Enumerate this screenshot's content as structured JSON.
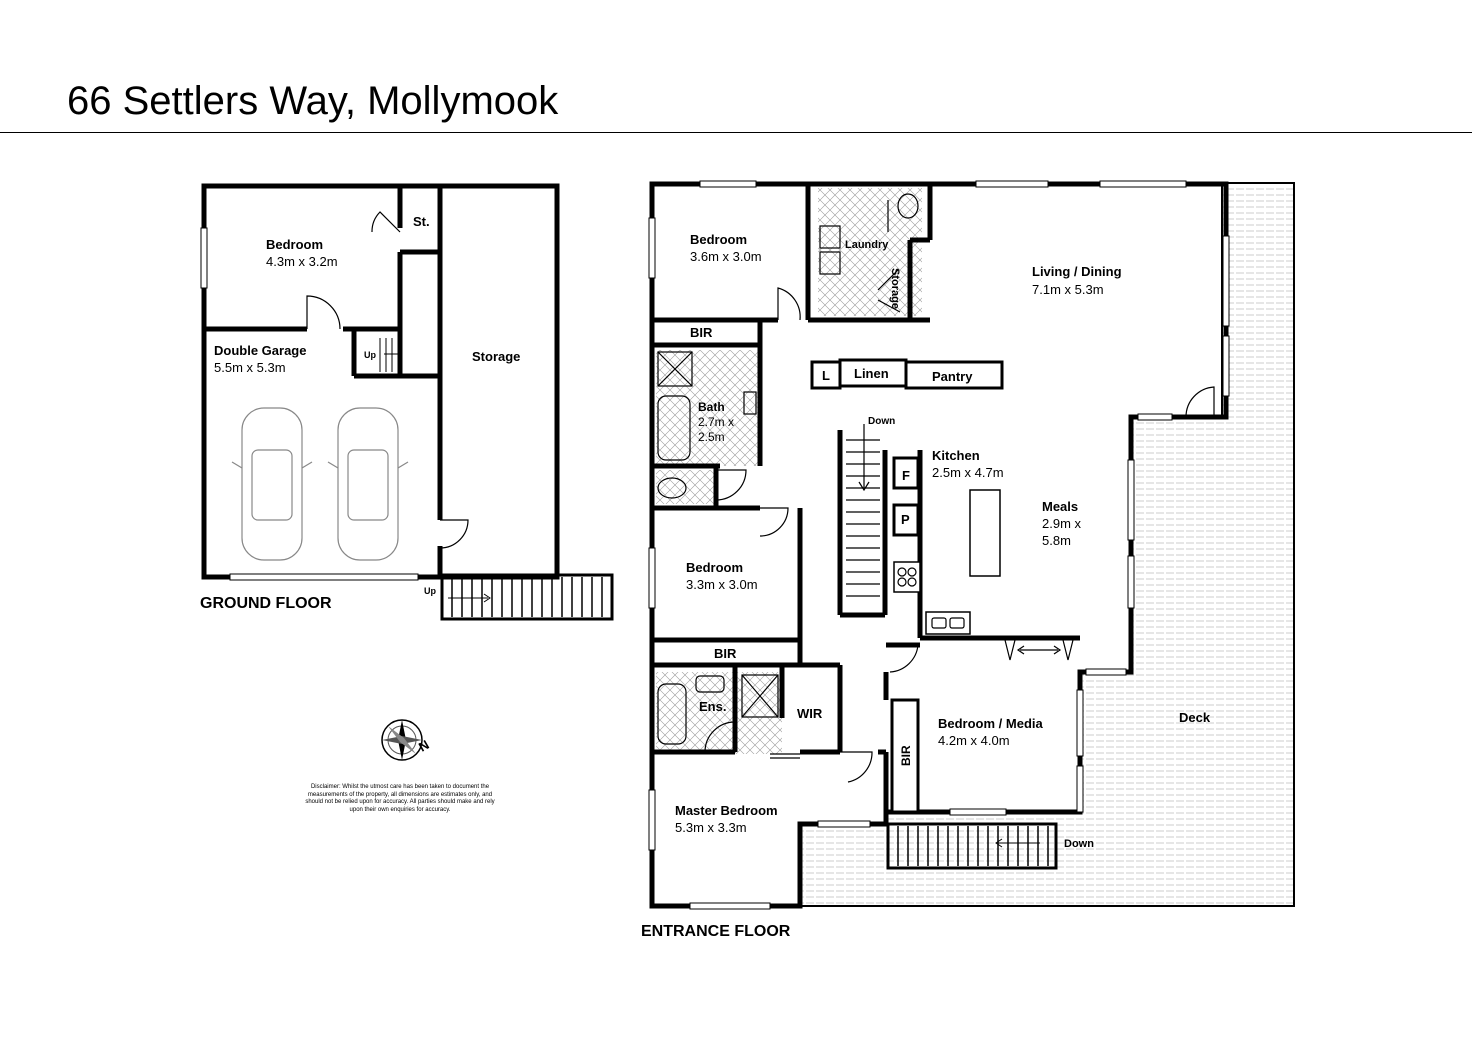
{
  "title": "66 Settlers Way, Mollymook",
  "floors": {
    "ground": "GROUND FLOOR",
    "entrance": "ENTRANCE FLOOR"
  },
  "ground_rooms": {
    "bedroom": {
      "name": "Bedroom",
      "dims": "4.3m x 3.2m"
    },
    "store": {
      "name": "St."
    },
    "garage": {
      "name": "Double Garage",
      "dims": "5.5m x 5.3m"
    },
    "storage": {
      "name": "Storage"
    },
    "stair_up_inner": "Up",
    "stair_up_outer": "Up"
  },
  "entrance_rooms": {
    "bedroom1": {
      "name": "Bedroom",
      "dims": "3.6m x 3.0m"
    },
    "laundry": {
      "name": "Laundry"
    },
    "storage": {
      "name": "Storage"
    },
    "living": {
      "name": "Living / Dining",
      "dims": "7.1m x 5.3m"
    },
    "bir1": {
      "name": "BIR"
    },
    "l": {
      "name": "L"
    },
    "linen": {
      "name": "Linen"
    },
    "pantry": {
      "name": "Pantry"
    },
    "bath": {
      "name": "Bath",
      "dims1": "2.7m x",
      "dims2": "2.5m"
    },
    "stair_down": "Down",
    "kitchen": {
      "name": "Kitchen",
      "dims": "2.5m x 4.7m"
    },
    "fridge": {
      "name": "F"
    },
    "pantry_p": {
      "name": "P"
    },
    "meals": {
      "name": "Meals",
      "dims1": "2.9m x",
      "dims2": "5.8m"
    },
    "bedroom2": {
      "name": "Bedroom",
      "dims": "3.3m x 3.0m"
    },
    "bir2": {
      "name": "BIR"
    },
    "ens": {
      "name": "Ens."
    },
    "wir": {
      "name": "WIR"
    },
    "media": {
      "name": "Bedroom / Media",
      "dims": "4.2m x 4.0m"
    },
    "bir3": {
      "name": "BIR"
    },
    "deck": {
      "name": "Deck"
    },
    "master": {
      "name": "Master Bedroom",
      "dims": "5.3m x 3.3m"
    },
    "stair_down_front": "Down"
  },
  "compass_letter": "N",
  "disclaimer": "Disclaimer: Whilst the utmost care has been taken to document the measurements of the property, all dimensions are estimates only, and should not be relied upon for accuracy. All parties should make and rely upon their own enquiries for accuracy."
}
